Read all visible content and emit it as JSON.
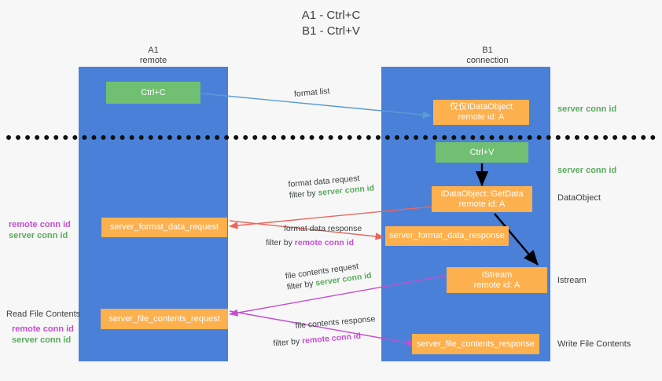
{
  "title": {
    "line1": "A1 - Ctrl+C",
    "line2": "B1 - Ctrl+V"
  },
  "lanes": [
    {
      "name": "A1",
      "sublabel": "remote"
    },
    {
      "name": "B1",
      "sublabel": "connection"
    }
  ],
  "boxes": {
    "ctrl_c": {
      "label": "Ctrl+C",
      "color": "#70bf73"
    },
    "idataobject_create": {
      "line1": "仅仅IDataObject",
      "line2": "remote id: A",
      "color": "#fcb04e"
    },
    "ctrl_v": {
      "label": "Ctrl+V",
      "color": "#70bf73"
    },
    "getdata": {
      "line1": "IDataObject::GetData",
      "line2": "remote id: A",
      "color": "#fcb04e"
    },
    "server_format_data_request": {
      "label": "server_format_data_request",
      "color": "#fcb04e"
    },
    "server_format_data_response": {
      "label": "server_format_data_response",
      "color": "#fcb04e"
    },
    "istream": {
      "line1": "IStream",
      "line2": "remote id: A",
      "color": "#fcb04e"
    },
    "server_file_contents_request": {
      "label": "server_file_contents_request",
      "color": "#fcb04e"
    },
    "server_file_contents_response": {
      "label": "server_file_contents_response",
      "color": "#fcb04e"
    }
  },
  "edge_labels": {
    "format_list": "format list",
    "format_data_request": "format data request",
    "format_data_request_filter_prefix": "filter by ",
    "format_data_request_filter_value": "server conn id",
    "format_data_response": "format data response",
    "format_data_response_filter_prefix": "filter by ",
    "format_data_response_filter_value": "remote conn id",
    "file_contents_request": "file contents request",
    "file_contents_request_filter_prefix": "filter by ",
    "file_contents_request_filter_value": "server conn id",
    "file_contents_response": "file contents response",
    "file_contents_response_filter_prefix": "filter by ",
    "file_contents_response_filter_value": "remote conn id"
  },
  "right_annotations": {
    "server_conn_id_top": "server conn id",
    "server_conn_id_mid": "server conn id",
    "dataobject": "DataObject",
    "istream": "Istream",
    "write_file_contents": "Write File Contents"
  },
  "left_annotations": {
    "remote_conn_id_upper": "remote conn id",
    "server_conn_id_upper": "server conn id",
    "read_file_contents": "Read File Contents",
    "remote_conn_id_lower": "remote conn id",
    "server_conn_id_lower": "server conn id"
  },
  "colors": {
    "lane": "#4a80d8",
    "green_box": "#70bf73",
    "orange_box": "#fcb04e",
    "green_text": "#5aab5e",
    "magenta_text": "#c24fd0",
    "arrow_blue": "#5b9bd5",
    "arrow_red": "#e8685c",
    "arrow_magenta": "#c24fd0",
    "arrow_black": "#000000",
    "divider": "#111111",
    "background": "#f7f7f7"
  }
}
